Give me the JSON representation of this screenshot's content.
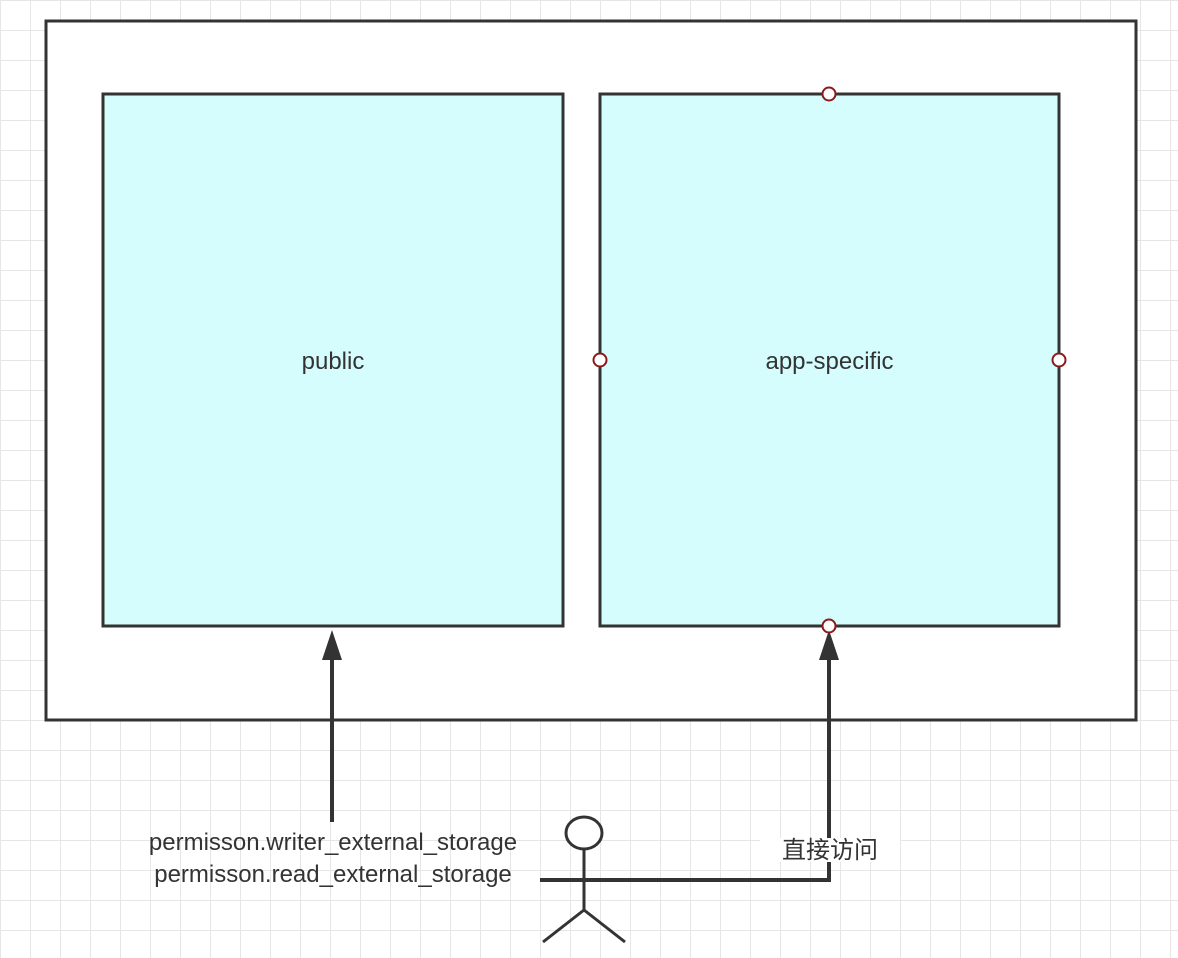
{
  "diagram": {
    "nodes": {
      "public": {
        "label": "public"
      },
      "app_specific": {
        "label": "app-specific"
      },
      "permission_edge": {
        "line1": "permisson.writer_external_storage",
        "line2": "permisson.read_external_storage"
      },
      "direct_edge": {
        "label": "直接访问"
      }
    },
    "colors": {
      "box_fill": "#d5fdfd",
      "stroke": "#333333",
      "handle_stroke": "#8b1a1a",
      "grid": "#e6e6e6"
    }
  }
}
